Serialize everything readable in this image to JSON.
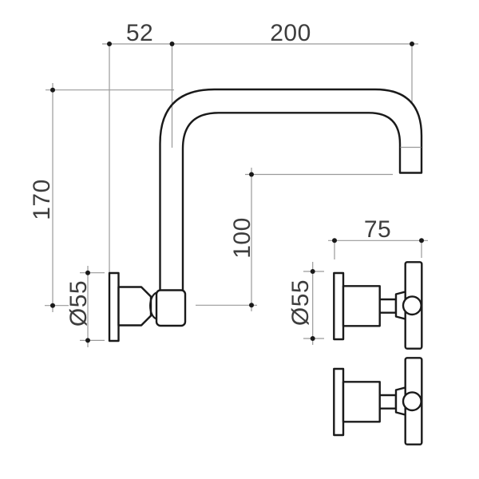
{
  "drawing": {
    "type": "technical-dimension-drawing",
    "views": {
      "left": "wall-mounted hob swivel spout, side view",
      "right": "two cross handle tap assemblies, side view"
    },
    "dimensions": {
      "spout_offset": "52",
      "spout_reach": "200",
      "spout_height": "170",
      "outlet_drop": "100",
      "handle_projection": "75",
      "spout_flange_diameter": "Ø55",
      "handle_flange_diameter": "Ø55"
    },
    "colors": {
      "outline": "#1a1a1a",
      "dimension_line": "#9a9a9a",
      "dimension_text": "#3d3d3d",
      "background": "#ffffff"
    }
  }
}
